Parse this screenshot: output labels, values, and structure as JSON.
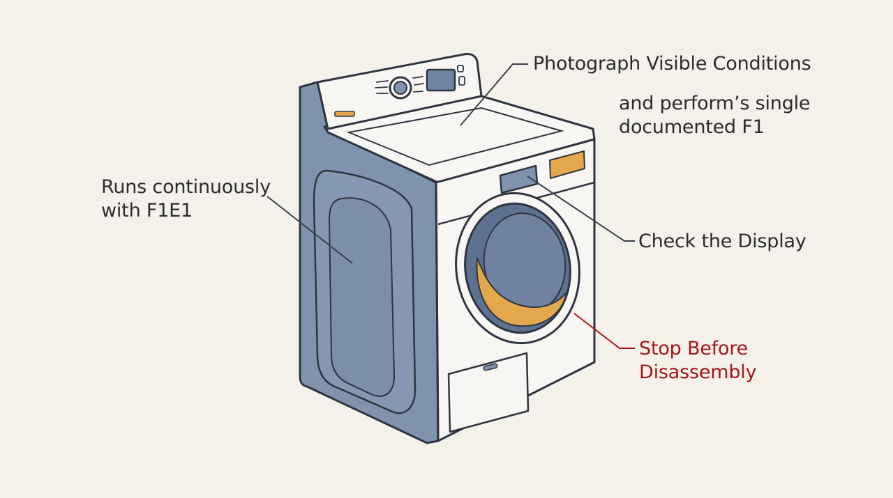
{
  "callouts": {
    "photograph": "Photograph Visible Conditions",
    "perform_line1": "and perform’s single",
    "perform_line2": "documented F1",
    "runs_line1": "Runs continuously",
    "runs_line2": "with F1E1",
    "check_display": "Check the Display",
    "stop_line1": "Stop Before",
    "stop_line2": "Disassembly"
  },
  "colors": {
    "background": "#f4f1ea",
    "body_blue": "#7f93ae",
    "drum_dark": "#5d7190",
    "accent_orange": "#e3a84b",
    "outline": "#2f3540",
    "warning_red": "#a5161b"
  }
}
